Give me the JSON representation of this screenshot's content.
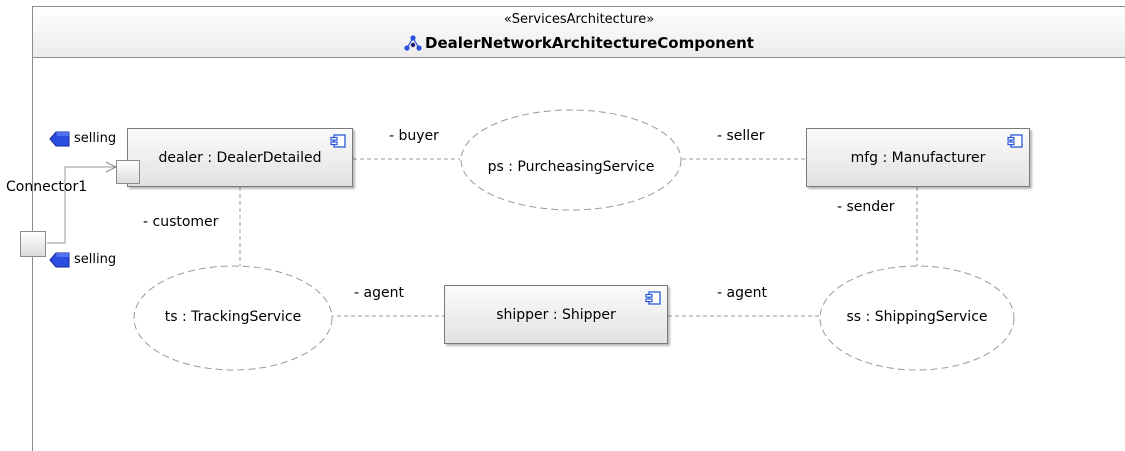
{
  "header": {
    "stereotype": "«ServicesArchitecture»",
    "title": "DealerNetworkArchitectureComponent",
    "title_icon": "services-architecture-icon"
  },
  "parts": {
    "dealer": "dealer : DealerDetailed",
    "mfg": "mfg : Manufacturer",
    "shipper": "shipper : Shipper"
  },
  "services": {
    "ps": "ps : PurcheasingService",
    "ts": "ts : TrackingService",
    "ss": "ss : ShippingService"
  },
  "roles": {
    "buyer": "- buyer",
    "seller": "- seller",
    "customer": "- customer",
    "sender": "- sender",
    "agent_left": "- agent",
    "agent_right": "- agent"
  },
  "ports": {
    "selling_top": "selling",
    "selling_bottom": "selling"
  },
  "connector": "Connector1",
  "colors": {
    "port_flag": "#2a4fe0",
    "component_icon": "#2a5ad8",
    "dashed_line": "#9a9a9a"
  }
}
